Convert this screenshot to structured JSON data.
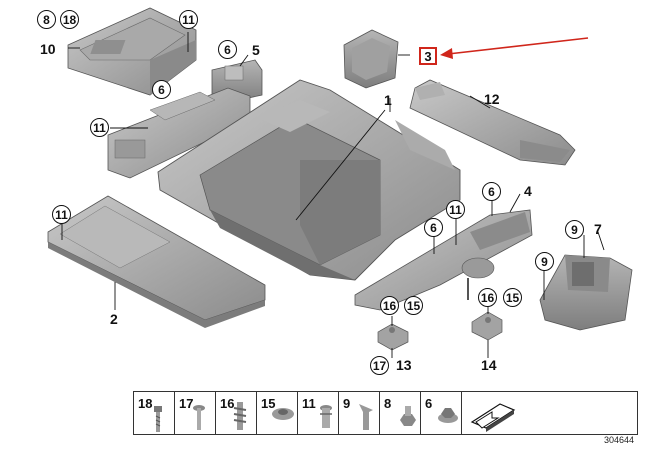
{
  "diagram": {
    "callouts_plain": {
      "c1": "1",
      "c2": "2",
      "c4": "4",
      "c5": "5",
      "c7": "7",
      "c10": "10",
      "c12": "12",
      "c13": "13",
      "c14": "14"
    },
    "callouts_circled": {
      "a8": "8",
      "a18": "18",
      "a11_top": "11",
      "a6_top": "6",
      "a6_mid": "6",
      "a11_left": "11",
      "a11_panel": "11",
      "a11_right": "11",
      "a6_right_low": "6",
      "a6_right_high": "6",
      "a9_upper": "9",
      "a9_lower": "9",
      "a16_left": "16",
      "a15_left": "15",
      "a17": "17",
      "a16_right": "16",
      "a15_right": "15"
    },
    "highlighted_callout": "3",
    "highlight_color": "#d0261b",
    "part_fill": "#9c9c9c",
    "part_shadow": "#7d7d7d",
    "part_light": "#c4c4c4"
  },
  "legend": {
    "items": [
      "18",
      "17",
      "16",
      "15",
      "11",
      "9",
      "8",
      "6"
    ],
    "icons": [
      "screw-icon",
      "rivet-icon",
      "spring-clip-icon",
      "expanding-nut-icon",
      "plug-clip-icon",
      "push-clip-icon",
      "hex-nut-icon",
      "collar-nut-icon",
      "direction-arrow-icon"
    ]
  },
  "reference_number": "304644"
}
